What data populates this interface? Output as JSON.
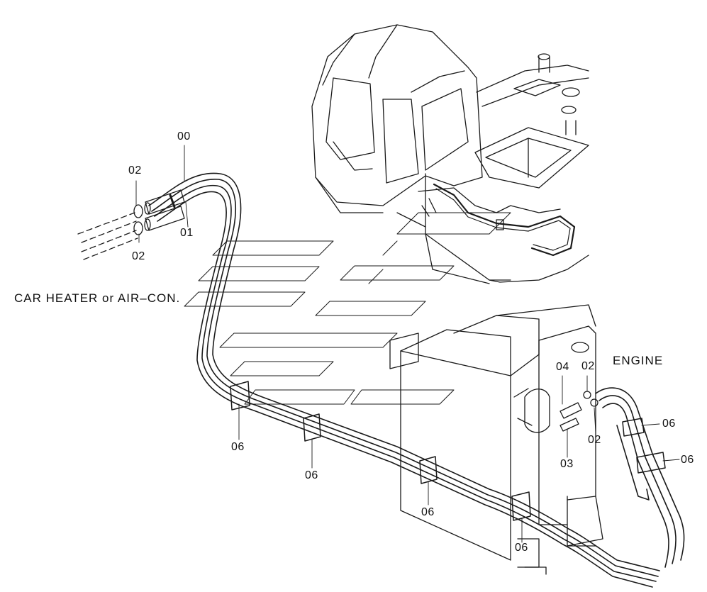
{
  "caption": "CAR HEATER or AIR–CON.",
  "engine_label": "ENGINE",
  "callouts": {
    "hose_assembly": "00",
    "hose": "01",
    "clamp_upper_left": "02",
    "clamp_lower_left": "02",
    "clamp_engine_upper": "02",
    "clamp_engine_lower": "02",
    "fitting_03": "03",
    "fitting_04": "04",
    "clip_a": "06",
    "clip_b": "06",
    "clip_c": "06",
    "clip_d": "06",
    "clip_engine_1": "06",
    "clip_engine_2": "06"
  },
  "colors": {
    "line": "#1a1a1a",
    "background": "#ffffff"
  }
}
